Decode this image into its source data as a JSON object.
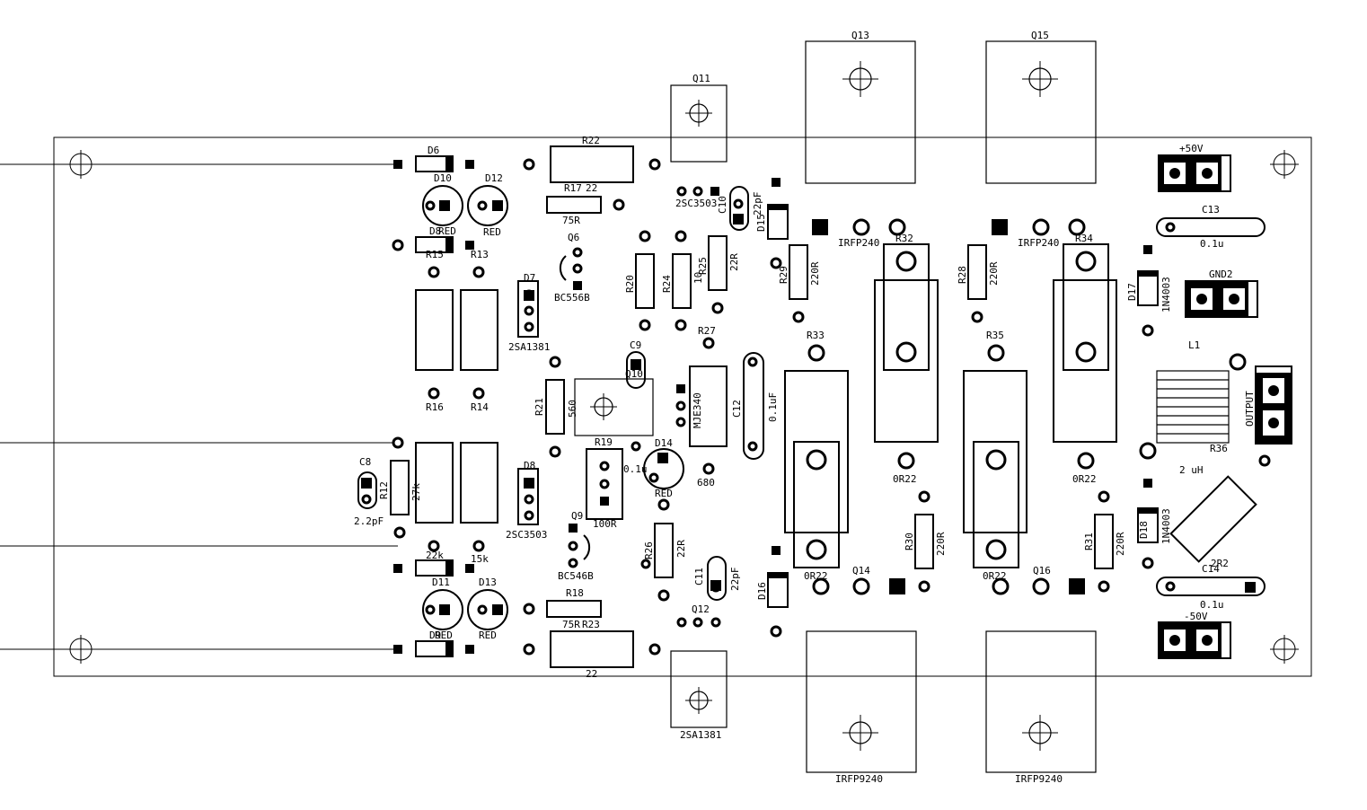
{
  "labels": {
    "d6": "D6",
    "r22": "R22",
    "q11": "Q11",
    "q13": "Q13",
    "q15": "Q15",
    "p50v": "+50V",
    "d10": "D10",
    "d12": "D12",
    "d8": "D8",
    "red": "RED",
    "r17": "R17",
    "v22": "22",
    "v75r": "75R",
    "q6": "Q6",
    "v2sc3503": "2SC3503",
    "c10": "C10",
    "v22pf": "22pF",
    "d15": "D15",
    "irfp240": "IRFP240",
    "r32": "R32",
    "r34": "R34",
    "c13": "C13",
    "v01u": "0.1u",
    "gnd2": "GND2",
    "r15": "R15",
    "r13": "R13",
    "d7": "D7",
    "bc556b": "BC556B",
    "r20": "R20",
    "r24": "R24",
    "v10": "10",
    "r25": "R25",
    "v22r": "22R",
    "r29": "R29",
    "v220r": "220R",
    "r28": "R28",
    "d17": "D17",
    "v1n4003": "1N4003",
    "v2sa1381": "2SA1381",
    "r27": "R27",
    "r33": "R33",
    "r35": "R35",
    "l1": "L1",
    "c9": "C9",
    "r21": "R21",
    "v560": "560",
    "q10": "Q10",
    "mje340": "MJE340",
    "c12": "C12",
    "v01uf": "0.1uF",
    "output": "OUTPUT",
    "r16": "R16",
    "r14": "R14",
    "r19": "R19",
    "d14": "D14",
    "v680": "680",
    "v0r22": "0R22",
    "r36": "R36",
    "v2uh": "2 uH",
    "c8": "C8",
    "r12": "R12",
    "v27k": "27k",
    "d18": "D18",
    "v22pf2": "2.2pF",
    "d8b": "D8",
    "v100r": "100R",
    "q9": "Q9",
    "r26": "R26",
    "r30": "R30",
    "r31": "R31",
    "bc546b": "BC546B",
    "v15k": "15k",
    "c11": "C11",
    "d16": "D16",
    "q14": "Q14",
    "q16": "Q16",
    "c14": "C14",
    "v2r2": "2R2",
    "d11": "D11",
    "d13": "D13",
    "d9": "D9",
    "r18": "R18",
    "r23": "R23",
    "q12": "Q12",
    "m50v": "-50V",
    "irfp9240": "IRFP9240"
  },
  "colors": {
    "copper": "#000000",
    "board": "#ffffff"
  }
}
